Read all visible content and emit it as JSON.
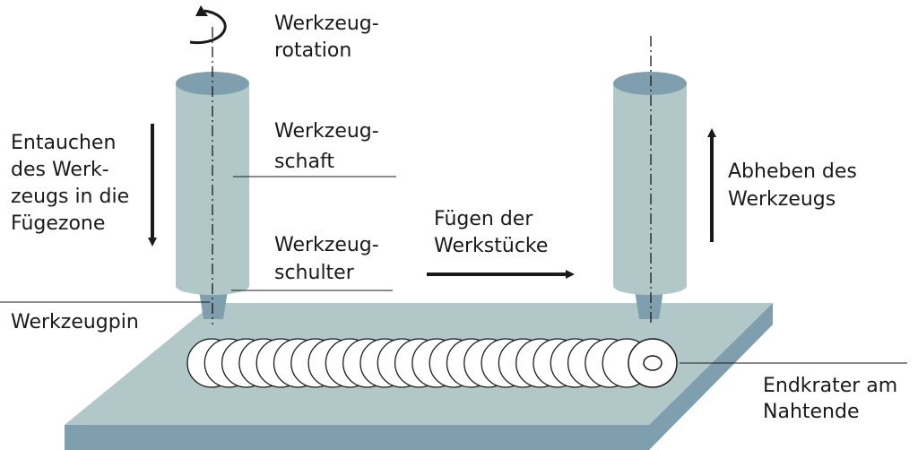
{
  "labels": {
    "rotation": [
      "Werkzeug-",
      "rotation"
    ],
    "shaft": [
      "Werkzeug-",
      "schaft"
    ],
    "plunge": [
      "Entauchen",
      "des Werk-",
      "zeugs in die",
      "Fügezone"
    ],
    "shoulder": [
      "Werkzeug-",
      "schulter"
    ],
    "pin": [
      "Werkzeugpin"
    ],
    "joining": [
      "Fügen der",
      "Werkstücke"
    ],
    "lift": [
      "Abheben des",
      "Werkzeugs"
    ],
    "endcrater": [
      "Endkrater am",
      "Nahtende"
    ]
  },
  "icons": {
    "rotation": "rotation-arrow-icon",
    "plunge": "arrow-down-icon",
    "joining": "arrow-right-icon",
    "lift": "arrow-up-icon"
  },
  "colors": {
    "plate_top": "#b2c8c8",
    "plate_side": "#7f9eae",
    "tool_body": "#b2c8c8",
    "tool_top": "#7f9eae",
    "outline": "#1a1a1a"
  }
}
